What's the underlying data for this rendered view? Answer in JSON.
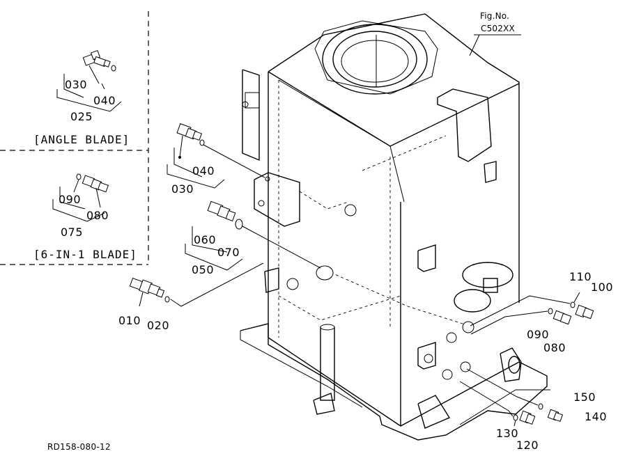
{
  "figure": {
    "fig_no_label": "Fig.No.",
    "fig_no_value": "C502XX",
    "drawing_id": "RD158-080-12"
  },
  "insets": {
    "angle_blade": {
      "caption": "[ANGLE BLADE]",
      "parts": [
        "030",
        "040",
        "025"
      ]
    },
    "six_in_one_blade": {
      "caption": "[6-IN-1 BLADE]",
      "parts": [
        "090",
        "080",
        "075"
      ]
    }
  },
  "callouts": {
    "p010": "010",
    "p020": "020",
    "p030": "030",
    "p040": "040",
    "p050": "050",
    "p060": "060",
    "p070": "070",
    "p080": "080",
    "p090": "090",
    "p100": "100",
    "p110": "110",
    "p120": "120",
    "p130": "130",
    "p140": "140",
    "p150": "150"
  }
}
